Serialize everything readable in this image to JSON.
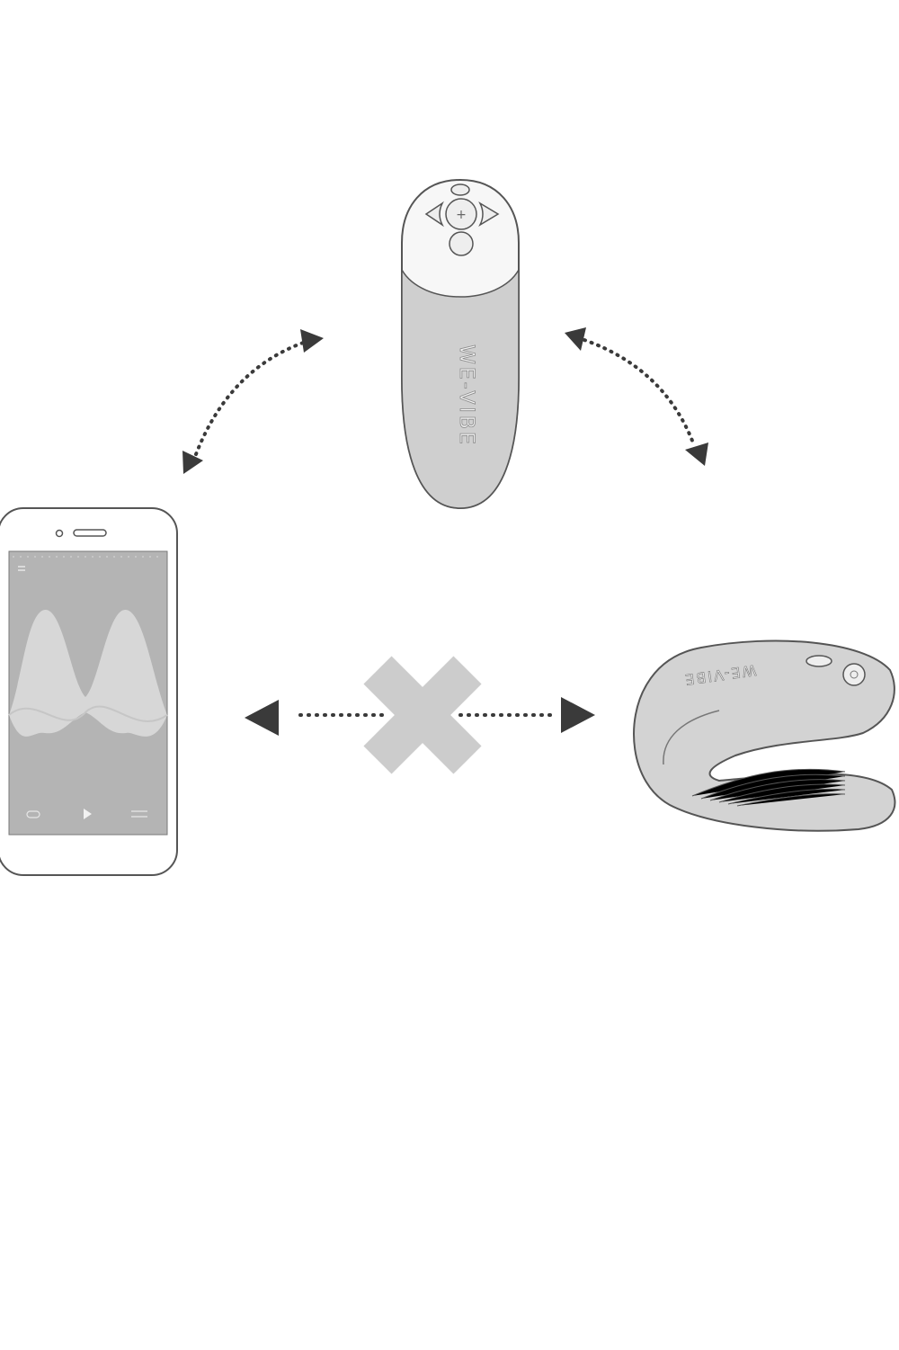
{
  "colors": {
    "background": "#ffffff",
    "outline": "#555555",
    "device_fill": "#cfcfcf",
    "screen_fill": "#b4b4b4",
    "wave_fill": "#d9d9d9",
    "arrow": "#3a3a3a",
    "cross": "#cccccc"
  },
  "remote": {
    "brand": "WE-VIBE"
  },
  "phone": {
    "play_icon": "play-icon"
  },
  "vibrator": {
    "brand": "WE-VIBE"
  },
  "connections": [
    {
      "from": "phone",
      "to": "remote",
      "status": "connected"
    },
    {
      "from": "remote",
      "to": "vibrator",
      "status": "connected"
    },
    {
      "from": "phone",
      "to": "vibrator",
      "status": "not-connected"
    }
  ]
}
